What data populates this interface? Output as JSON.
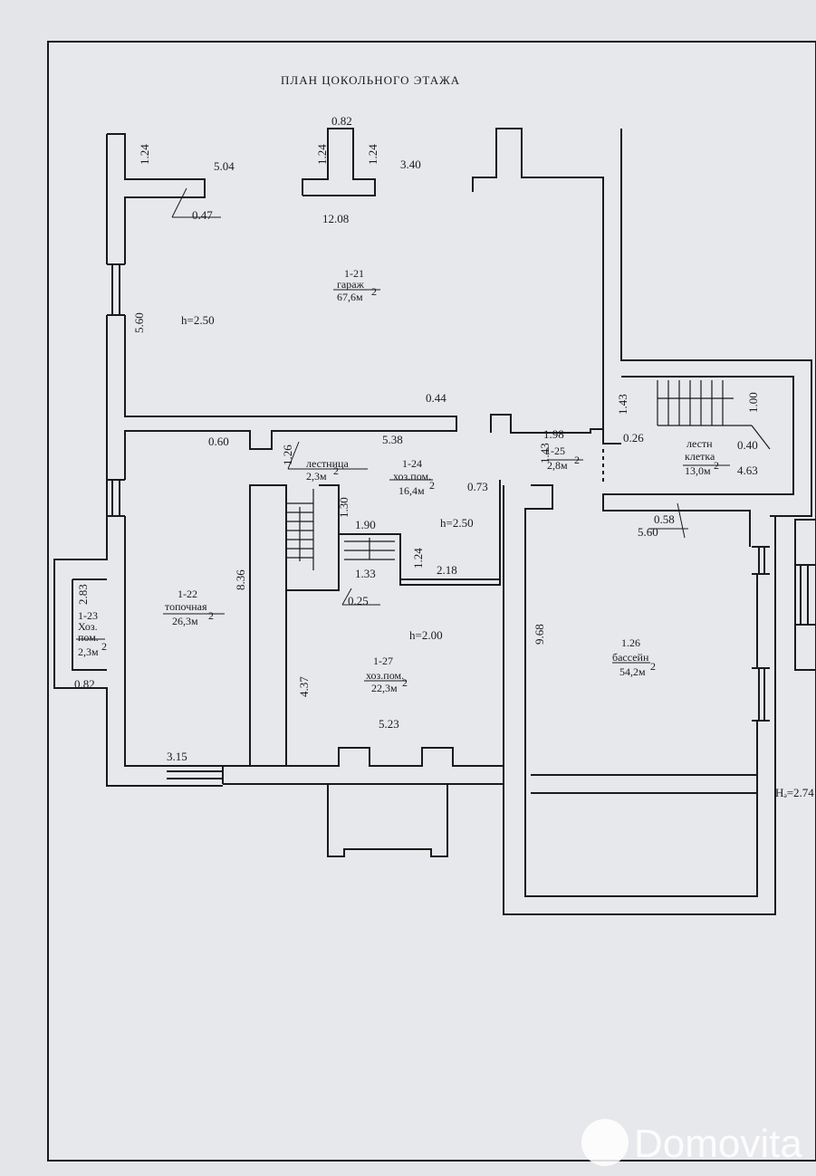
{
  "plan": {
    "title": "ПЛАН ЦОКОЛЬНОГО ЭТАЖА",
    "height_note": "Hₔ=2.74",
    "watermark": "Domovita"
  },
  "rooms": [
    {
      "id": "garage",
      "num": "1-21",
      "name": "гараж",
      "area": "67,6м",
      "height": "h=2.50"
    },
    {
      "id": "furnace",
      "num": "1-22",
      "name": "топочная",
      "area": "26,3м"
    },
    {
      "id": "utility-small",
      "num": "1-23",
      "name": "Хоз.",
      "name2": "пом.",
      "area": "2,3м"
    },
    {
      "id": "stair-inner",
      "name": "лестница",
      "area": "2,3м"
    },
    {
      "id": "utility-mid",
      "num": "1-24",
      "name": "хоз.пом.",
      "area": "16,4м",
      "height": "h=2.50"
    },
    {
      "id": "hall-small",
      "num": "1-25",
      "area": "2,8м"
    },
    {
      "id": "stair-outer",
      "name": "лестн",
      "name2": "клетка",
      "area": "13,0м"
    },
    {
      "id": "pool",
      "num": "1.26",
      "name": "бассейн",
      "area": "54,2м"
    },
    {
      "id": "utility-low",
      "num": "1-27",
      "name": "хоз.пом.",
      "area": "22,3м",
      "height": "h=2.00"
    }
  ],
  "area_unit_sup": "2",
  "dimensions": [
    "0.82",
    "1.24",
    "1.24",
    "1.24",
    "5.04",
    "3.40",
    "0.47",
    "12.08",
    "5.60",
    "h=2.50",
    "0.44",
    "0.60",
    "1.26",
    "5.38",
    "1.98",
    "1.43",
    "0.26",
    "1.43",
    "1.00",
    "0.40",
    "4.63",
    "0.73",
    "1.30",
    "1.90",
    "1.24",
    "1.33",
    "2.18",
    "0.25",
    "8.36",
    "2.83",
    "0.82",
    "4.37",
    "5.23",
    "3.15",
    "9.68",
    "5.60",
    "0.58"
  ]
}
